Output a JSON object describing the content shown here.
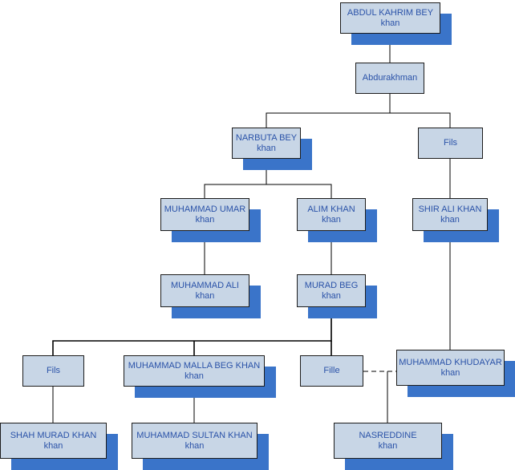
{
  "palette": {
    "box_fill": "#c8d6e6",
    "box_text": "#2a52a8",
    "shadow": "#3a74c9",
    "line": "#000000"
  },
  "nodes": [
    {
      "id": "abdul-kahrim-bey",
      "name": "ABDUL KAHRIM BEY",
      "title": "khan",
      "shadow": true
    },
    {
      "id": "abdurakhman",
      "name": "Abdurakhman",
      "title": "",
      "shadow": false
    },
    {
      "id": "narbuta-bey",
      "name": "NARBUTA BEY",
      "title": "khan",
      "shadow": true
    },
    {
      "id": "fils-top",
      "name": "Fils",
      "title": "",
      "shadow": false
    },
    {
      "id": "muhammad-umar",
      "name": "MUHAMMAD UMAR",
      "title": "khan",
      "shadow": true
    },
    {
      "id": "alim-khan",
      "name": "ALIM KHAN",
      "title": "khan",
      "shadow": true
    },
    {
      "id": "shir-ali-khan",
      "name": "SHIR ALI KHAN",
      "title": "khan",
      "shadow": true
    },
    {
      "id": "muhammad-ali",
      "name": "MUHAMMAD ALI",
      "title": "khan",
      "shadow": true
    },
    {
      "id": "murad-beg",
      "name": "MURAD BEG",
      "title": "khan",
      "shadow": true
    },
    {
      "id": "fils-left",
      "name": "Fils",
      "title": "",
      "shadow": false
    },
    {
      "id": "muhammad-malla-beg-khan",
      "name": "MUHAMMAD MALLA BEG KHAN",
      "title": "khan",
      "shadow": true
    },
    {
      "id": "fille",
      "name": "Fille",
      "title": "",
      "shadow": false
    },
    {
      "id": "muhammad-khudayar",
      "name": "MUHAMMAD KHUDAYAR",
      "title": "khan",
      "shadow": true
    },
    {
      "id": "shah-murad-khan",
      "name": "SHAH MURAD KHAN",
      "title": "khan",
      "shadow": true
    },
    {
      "id": "muhammad-sultan-khan",
      "name": "MUHAMMAD SULTAN KHAN",
      "title": "khan",
      "shadow": true
    },
    {
      "id": "nasreddine",
      "name": "NASREDDINE",
      "title": "khan",
      "shadow": true
    }
  ],
  "edges": [
    {
      "from": "abdul-kahrim-bey",
      "to": "abdurakhman",
      "style": "solid"
    },
    {
      "from": "abdurakhman",
      "to": "narbuta-bey",
      "style": "solid"
    },
    {
      "from": "abdurakhman",
      "to": "fils-top",
      "style": "solid"
    },
    {
      "from": "narbuta-bey",
      "to": "muhammad-umar",
      "style": "solid"
    },
    {
      "from": "narbuta-bey",
      "to": "alim-khan",
      "style": "solid"
    },
    {
      "from": "fils-top",
      "to": "shir-ali-khan",
      "style": "solid"
    },
    {
      "from": "muhammad-umar",
      "to": "muhammad-ali",
      "style": "solid"
    },
    {
      "from": "alim-khan",
      "to": "murad-beg",
      "style": "solid"
    },
    {
      "from": "murad-beg",
      "to": "fils-left",
      "style": "solid"
    },
    {
      "from": "murad-beg",
      "to": "muhammad-malla-beg-khan",
      "style": "solid"
    },
    {
      "from": "murad-beg",
      "to": "fille",
      "style": "solid"
    },
    {
      "from": "shir-ali-khan",
      "to": "muhammad-khudayar",
      "style": "solid"
    },
    {
      "from": "fils-left",
      "to": "shah-murad-khan",
      "style": "solid"
    },
    {
      "from": "muhammad-malla-beg-khan",
      "to": "muhammad-sultan-khan",
      "style": "solid"
    },
    {
      "from": "fille",
      "to": "muhammad-khudayar",
      "style": "dashed"
    },
    {
      "from": "fille",
      "to": "nasreddine",
      "style": "solid"
    }
  ]
}
